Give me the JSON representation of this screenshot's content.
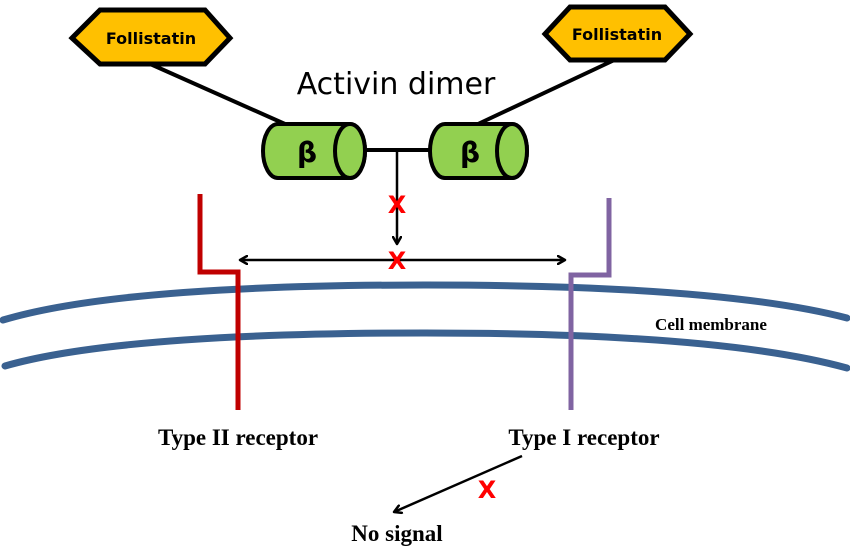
{
  "title": "Activin dimer",
  "follistatin": {
    "left_label": "Follistatin",
    "right_label": "Follistatin",
    "fill_color": "#FFC000"
  },
  "activin": {
    "subunit_left_label": "β",
    "subunit_right_label": "β",
    "fill_color": "#92D050"
  },
  "membrane": {
    "label": "Cell membrane",
    "color": "#3A6190"
  },
  "receptors": {
    "type2_label": "Type II receptor",
    "type2_color": "#C00000",
    "type1_label": "Type I receptor",
    "type1_color": "#8064A2"
  },
  "inhibition_marks": {
    "symbol": "X",
    "color": "#FF0000"
  },
  "outcome": {
    "label": "No signal"
  }
}
